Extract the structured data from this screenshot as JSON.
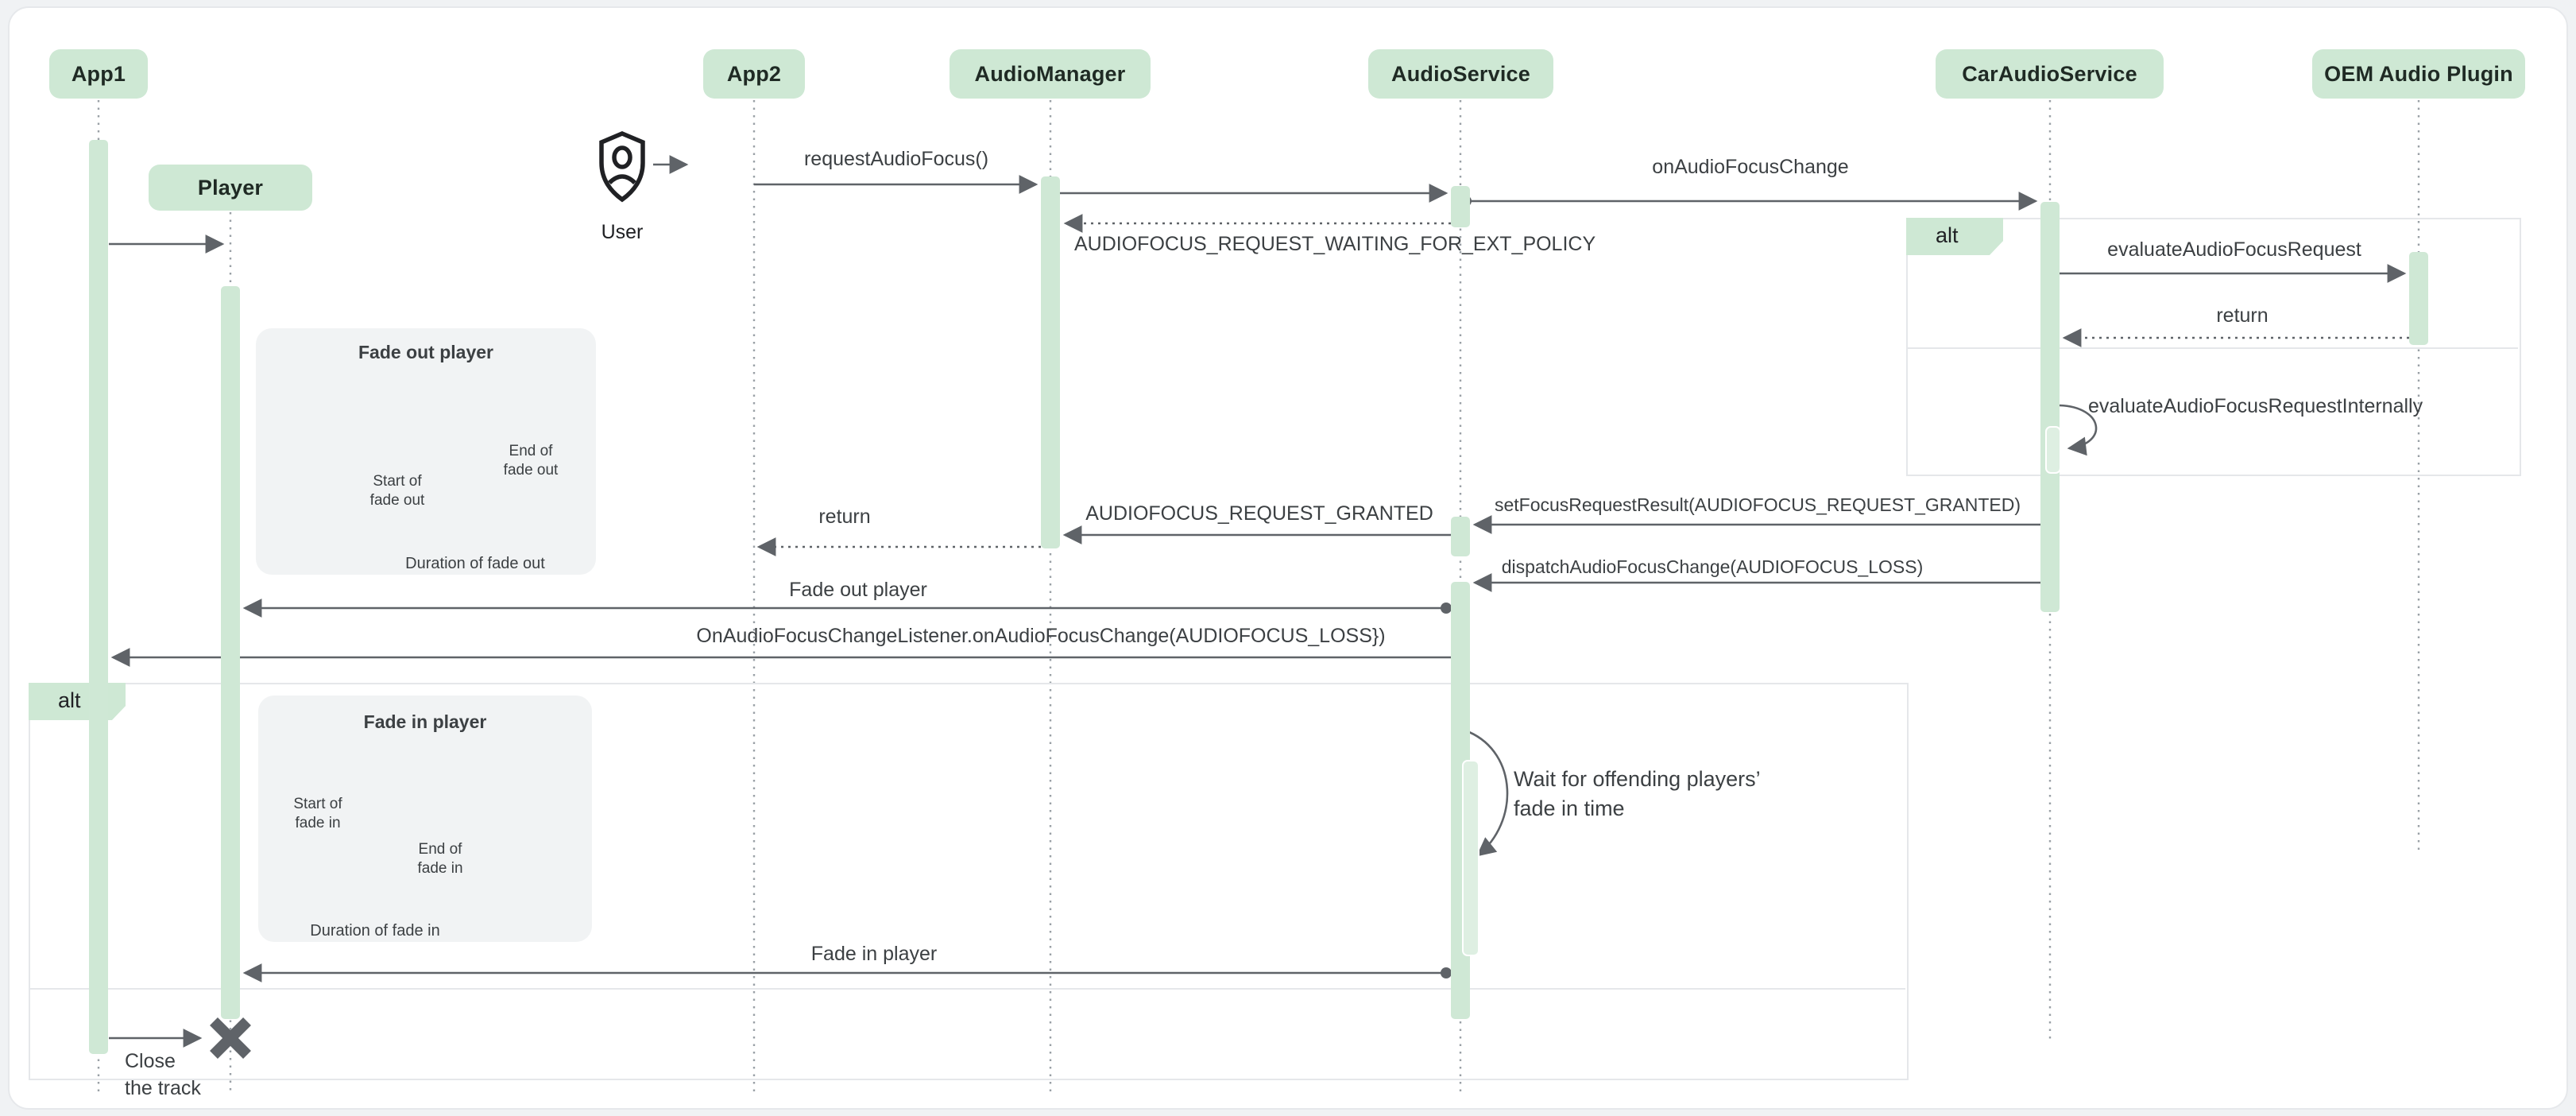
{
  "diagram": {
    "actors": {
      "app1": "App1",
      "player": "Player",
      "app2": "App2",
      "audio_manager": "AudioManager",
      "audio_service": "AudioService",
      "car_audio_service": "CarAudioService",
      "oem_audio_plugin": "OEM Audio Plugin"
    },
    "user": {
      "label": "User"
    },
    "fragments": {
      "alt_right": "alt",
      "alt_left": "alt"
    },
    "messages": {
      "request_audio_focus": "requestAudioFocus()",
      "on_audio_focus_change": "onAudioFocusChange",
      "waiting_ext_policy": "AUDIOFOCUS_REQUEST_WAITING_FOR_EXT_POLICY",
      "evaluate_request": "evaluateAudioFocusRequest",
      "evaluate_return": "return",
      "evaluate_internally": "evaluateAudioFocusRequestInternally",
      "set_focus_request_result": "setFocusRequestResult(AUDIOFOCUS_REQUEST_GRANTED)",
      "request_granted": "AUDIOFOCUS_REQUEST_GRANTED",
      "granted_return": "return",
      "dispatch_change": "dispatchAudioFocusChange(AUDIOFOCUS_LOSS)",
      "fade_out_player": "Fade out player",
      "on_change_listener": "OnAudioFocusChangeListener.onAudioFocusChange(AUDIOFOCUS_LOSS})",
      "fade_in_player": "Fade in player",
      "close_track": "Close\nthe track"
    },
    "note_wait": "Wait for offending players’\nfade in time",
    "charts": {
      "fade_out": {
        "title": "Fade out player",
        "start_label": "Start of\nfade out",
        "end_label": "End of\nfade out",
        "duration_label": "Duration of fade out"
      },
      "fade_in": {
        "title": "Fade in player",
        "start_label": "Start of\nfade in",
        "end_label": "End of\nfade in",
        "duration_label": "Duration of fade in"
      }
    },
    "colors": {
      "actor_fill": "#CEE8D4",
      "activation_fill": "#CFE8D5",
      "line": "#5F6368",
      "panel": "#F1F3F4",
      "fragment_border": "#E5E7EA"
    }
  }
}
